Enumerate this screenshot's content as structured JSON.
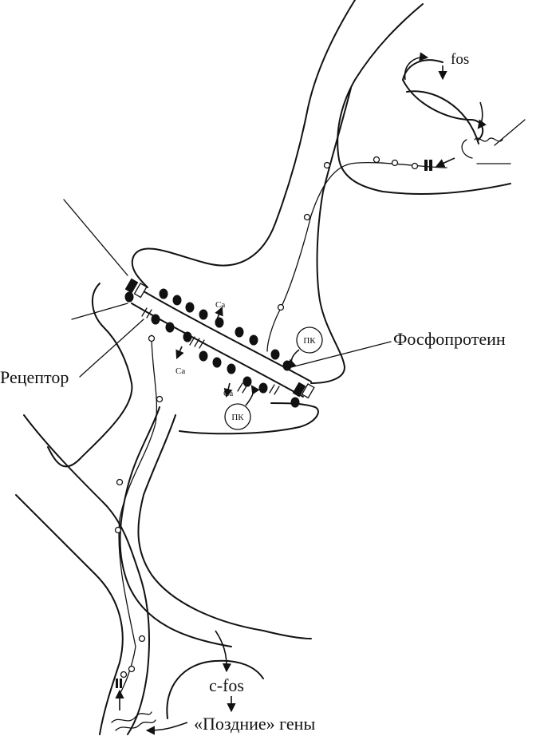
{
  "labels": {
    "fos_top": "fos",
    "phosphoprotein": "Фосфопротеин",
    "receptor": "Рецептор",
    "c_fos": "c-fos",
    "late_genes": "«Поздние» гены",
    "pk": "ПК",
    "ca": "Ca"
  },
  "colors": {
    "ink": "#111111",
    "background": "#ffffff"
  }
}
